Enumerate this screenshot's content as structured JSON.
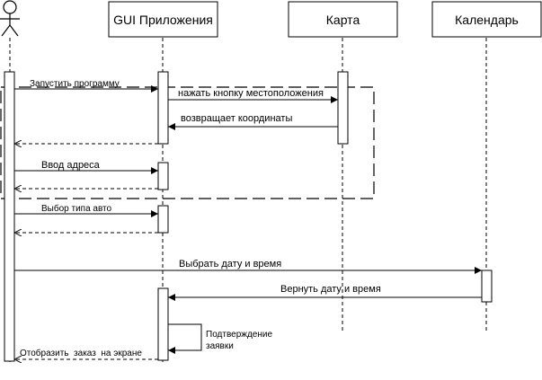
{
  "lifelines": {
    "gui": "GUI Приложения",
    "map": "Карта",
    "calendar": "Календарь"
  },
  "messages": {
    "start_program": "Запустить программу",
    "press_location": "нажать кнопку местоположения",
    "returns_coords": "возвращает координаты",
    "address_input": "Ввод адреса",
    "car_type": "Выбор типа авто",
    "pick_datetime": "Выбрать дату и время",
    "return_datetime": "Вернуть дату и время",
    "confirm_line1": "Подтверждение",
    "confirm_line2": "заявки",
    "show_order": "Отобразить  заказ  на экране"
  },
  "colors": {
    "stroke": "#000000",
    "background": "#ffffff"
  }
}
